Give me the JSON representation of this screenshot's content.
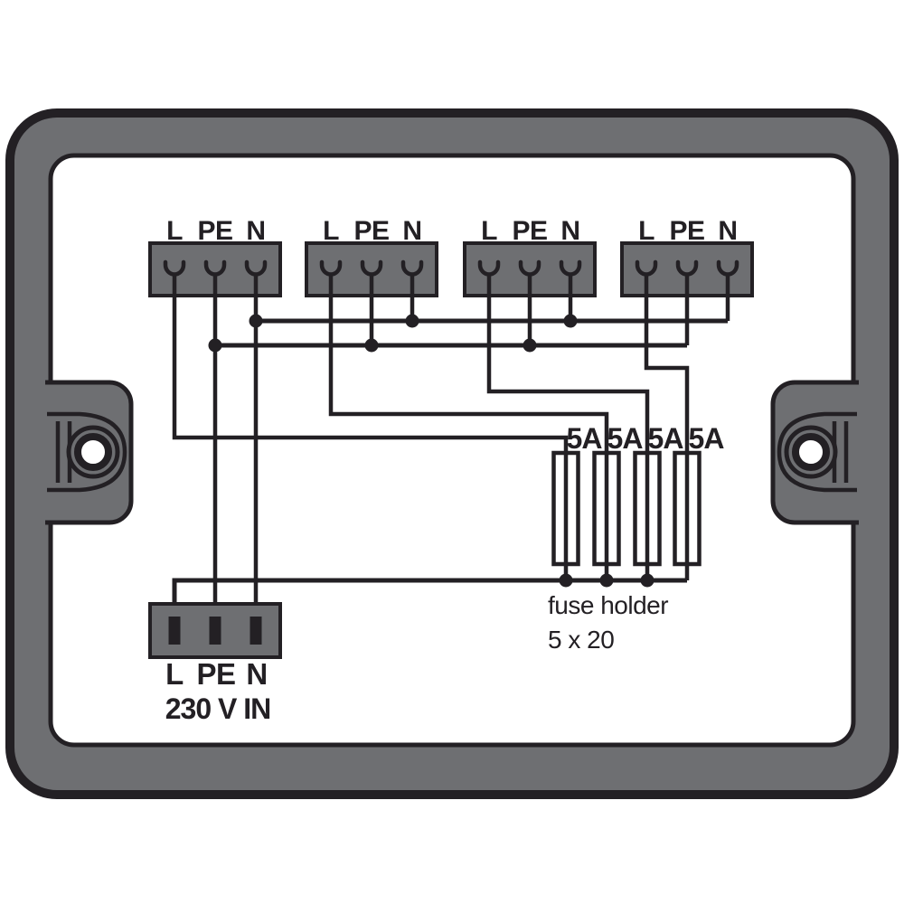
{
  "colors": {
    "frame_gray": "#6E6F72",
    "connector_gray": "#6E6F72",
    "line_black": "#232024",
    "background": "#FFFFFF"
  },
  "output_connectors": [
    {
      "terminals": [
        "L",
        "PE",
        "N"
      ]
    },
    {
      "terminals": [
        "L",
        "PE",
        "N"
      ]
    },
    {
      "terminals": [
        "L",
        "PE",
        "N"
      ]
    },
    {
      "terminals": [
        "L",
        "PE",
        "N"
      ]
    }
  ],
  "input_connector": {
    "terminals": [
      "L",
      "PE",
      "N"
    ],
    "caption": "230 V IN"
  },
  "fuse_bank": {
    "ratings": [
      "5A",
      "5A",
      "5A",
      "5A"
    ],
    "caption_line1": "fuse holder",
    "caption_line2": "5 x 20"
  }
}
